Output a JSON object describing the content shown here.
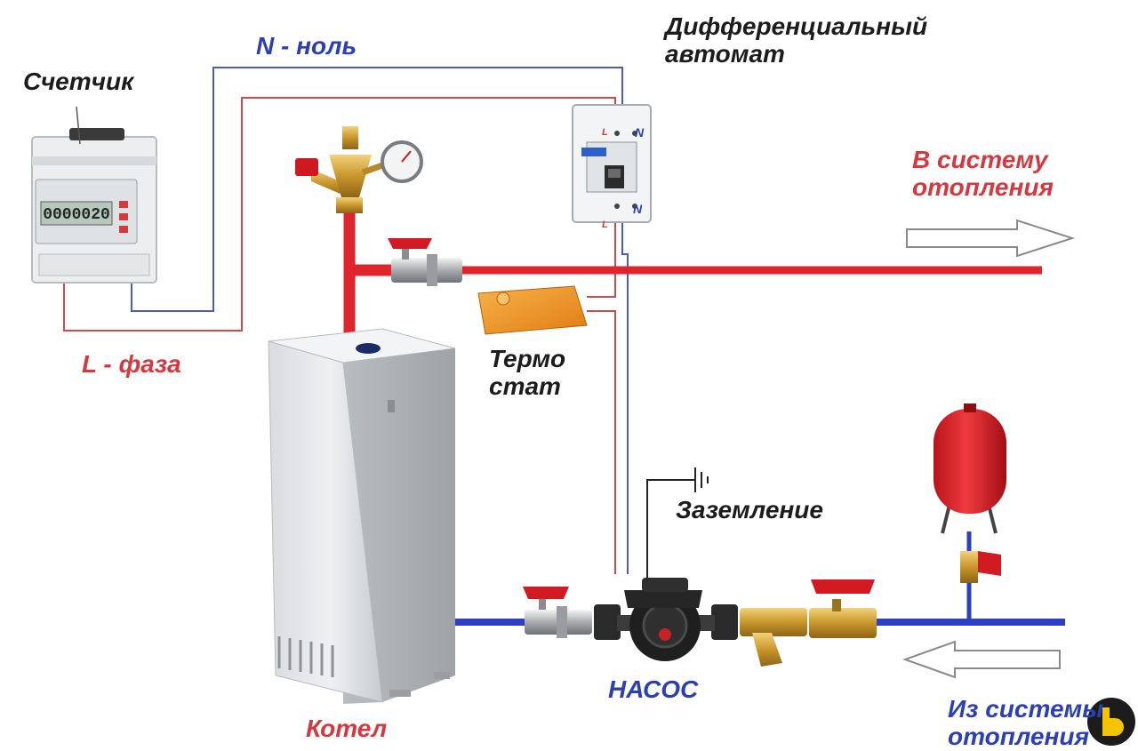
{
  "labels": {
    "meter": "Счетчик",
    "neutral": "N - ноль",
    "phase": "L - фаза",
    "breaker_line1": "Дифференциальный",
    "breaker_line2": "автомат",
    "supply_line1": "В систему",
    "supply_line2": "отопления",
    "thermostat_line1": "Термо",
    "thermostat_line2": "стат",
    "ground": "Заземление",
    "pump": "НАСОС",
    "boiler": "Котел",
    "return_line1": "Из системы",
    "return_line2": "отопления"
  },
  "breaker_marks": {
    "top_n": "N",
    "bottom_n": "N",
    "top_l": "L",
    "bottom_l": "L"
  },
  "meter_display": "0000020",
  "colors": {
    "neutral_text": "#2b3fb8",
    "phase_text": "#d6383f",
    "dark_text": "#1c1c1c",
    "supply_pipe": "#e0242c",
    "return_pipe": "#2d3fc4",
    "neutral_wire": "#4a5bc8",
    "phase_wire": "#cf4a4a"
  },
  "icons": {
    "arrow_out": "arrow-right-outline",
    "arrow_in": "arrow-left-outline",
    "ground_symbol": "ground-symbol",
    "watermark": "logo-badge"
  }
}
